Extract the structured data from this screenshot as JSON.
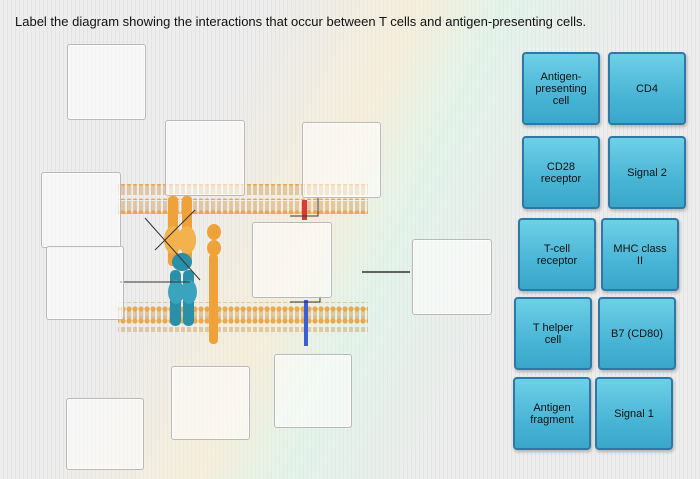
{
  "question": "Label the diagram showing the interactions that occur between T cells and antigen-presenting cells.",
  "label_bank": [
    {
      "id": "antigen-presenting-cell",
      "text": "Antigen-\npresenting\ncell"
    },
    {
      "id": "cd4",
      "text": "CD4"
    },
    {
      "id": "cd28-receptor",
      "text": "CD28\nreceptor"
    },
    {
      "id": "signal-2",
      "text": "Signal 2"
    },
    {
      "id": "t-cell-receptor",
      "text": "T-cell\nreceptor"
    },
    {
      "id": "mhc-class-ii",
      "text": "MHC class\nII"
    },
    {
      "id": "t-helper-cell",
      "text": "T helper\ncell"
    },
    {
      "id": "b7-cd80",
      "text": "B7 (CD80)"
    },
    {
      "id": "antigen-fragment",
      "text": "Antigen\nfragment"
    },
    {
      "id": "signal-1",
      "text": "Signal 1"
    }
  ],
  "colors": {
    "card_fill": "#49b5d6",
    "card_border": "#2f78a6",
    "membrane": "#e8a13c",
    "receptor_blue": "#2a8fa8",
    "receptor_orange": "#f0a23a",
    "red_marker": "#d63a3a",
    "blue_marker": "#3a5fd6"
  }
}
